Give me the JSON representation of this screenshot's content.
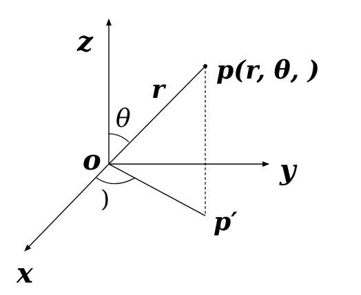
{
  "diagram": {
    "labels": {
      "z_axis": "z",
      "y_axis": "y",
      "x_axis": "x",
      "origin": "o",
      "radius": "r",
      "polar_angle": "θ",
      "azimuth_angle": ")",
      "point": "p(r, θ,  )",
      "point_prime": "p′"
    }
  }
}
